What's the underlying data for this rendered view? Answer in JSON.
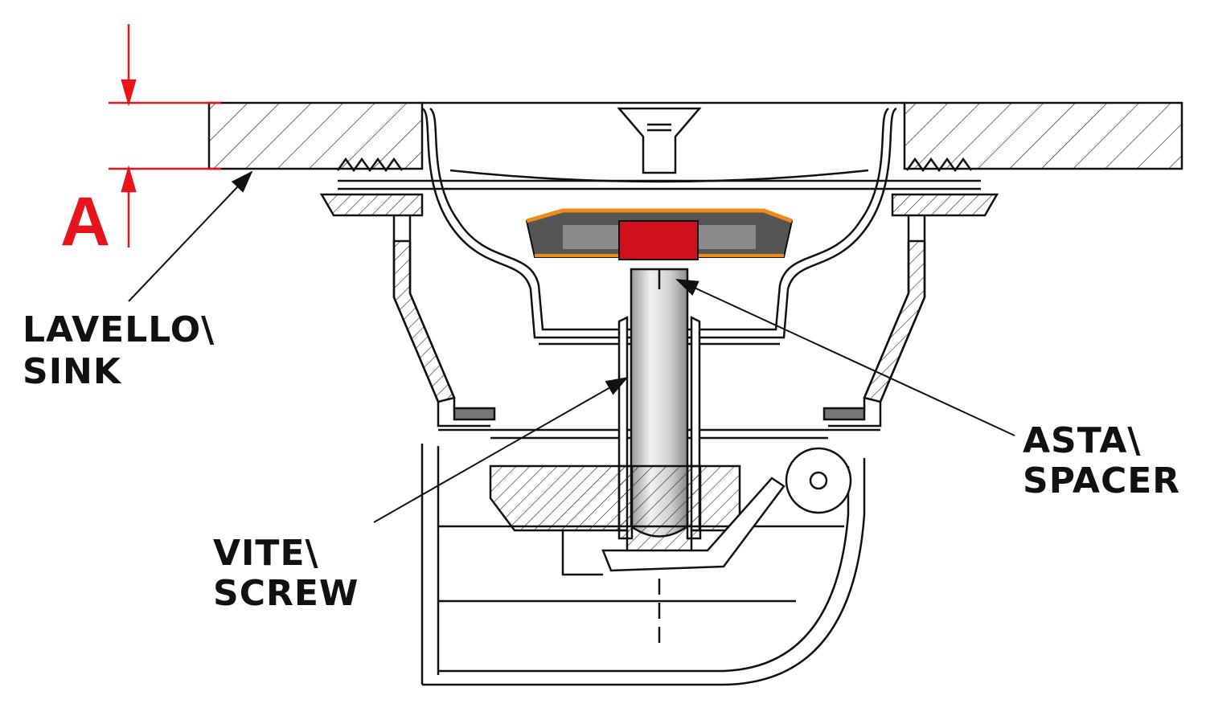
{
  "dimension": {
    "label": "A",
    "color": "#e8141b"
  },
  "labels": {
    "sink": {
      "line1": "LAVELLO\\",
      "line2": "SINK"
    },
    "spacer": {
      "line1": "ASTA\\",
      "line2": "SPACER"
    },
    "screw": {
      "line1": "VITE\\",
      "line2": "SCREW"
    }
  },
  "colors": {
    "spacer": "#d0101a",
    "cap": "#f08a1c",
    "line": "#111111"
  }
}
